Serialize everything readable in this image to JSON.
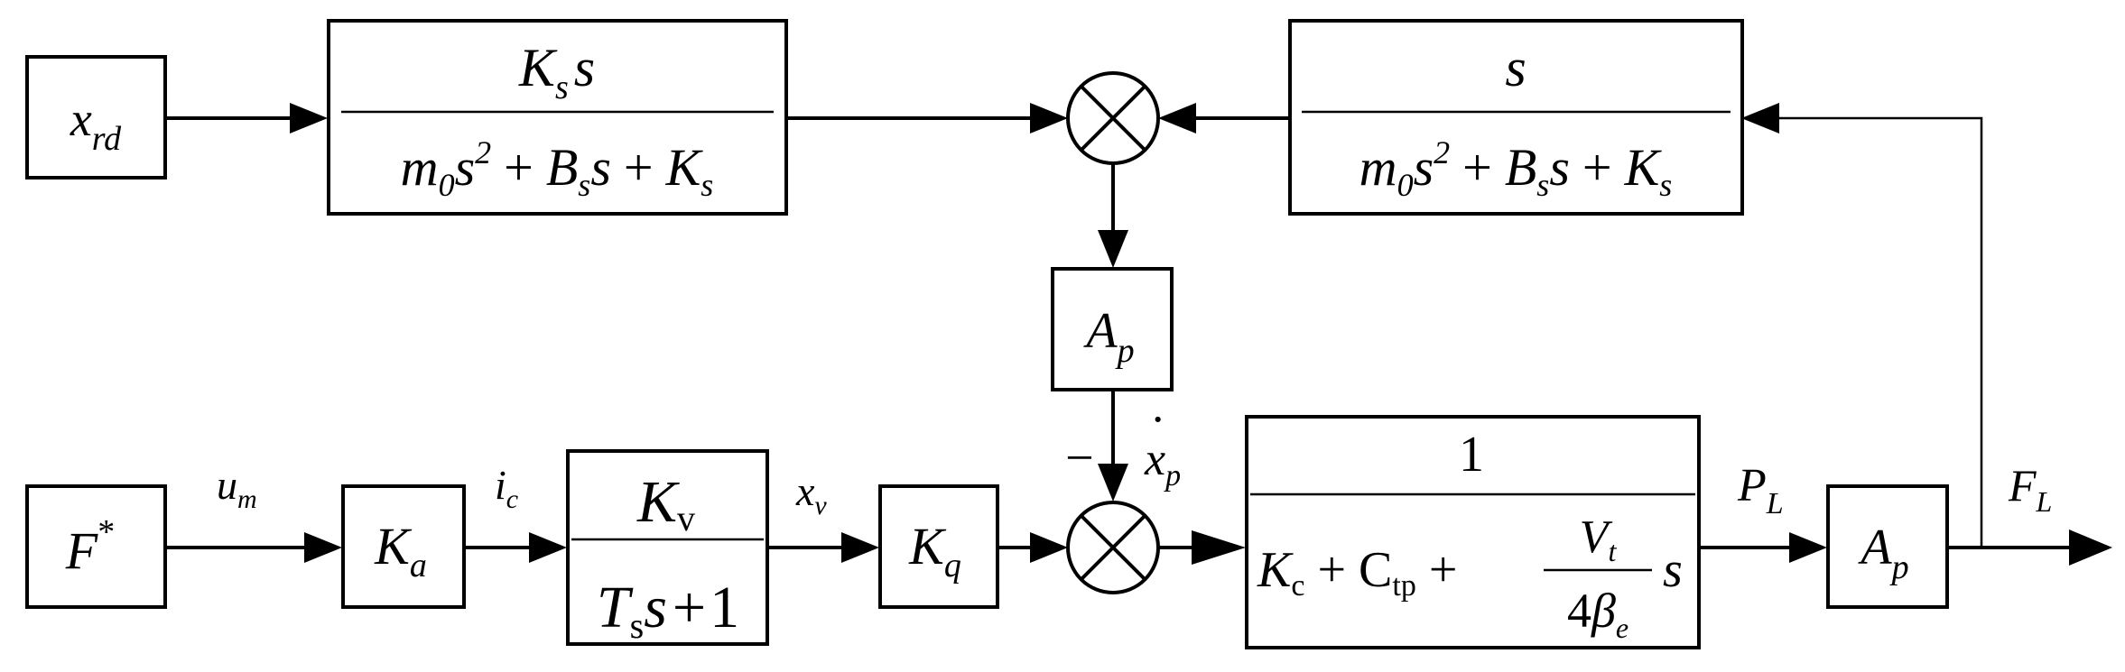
{
  "diagram": {
    "blocks": {
      "xrd": {
        "main": "x",
        "sub": "rd"
      },
      "upper_left_tf": {
        "num": {
          "a": "K",
          "a_sub": "s",
          "b": "s"
        },
        "den": {
          "t1": "m",
          "t1_sub": "0",
          "t2": "s",
          "t2_sup": "2",
          "plus1": "+",
          "t3": "B",
          "t3_sub": "s",
          "t4": "s",
          "plus2": "+",
          "t5": "K",
          "t5_sub": "s"
        }
      },
      "upper_right_tf": {
        "num": {
          "a": "s"
        },
        "den": {
          "t1": "m",
          "t1_sub": "0",
          "t2": "s",
          "t2_sup": "2",
          "plus1": "+",
          "t3": "B",
          "t3_sub": "s",
          "t4": "s",
          "plus2": "+",
          "t5": "K",
          "t5_sub": "s"
        }
      },
      "ap_mid": {
        "main": "A",
        "sub": "p"
      },
      "fstar": {
        "main": "F",
        "sup": "*"
      },
      "ka": {
        "main": "K",
        "sub": "a"
      },
      "valve_tf": {
        "num": {
          "main": "K",
          "sub": "v"
        },
        "den": {
          "t1": "T",
          "t1_sub": "s",
          "t2": "s",
          "plus": "+",
          "one": "1"
        }
      },
      "kq": {
        "main": "K",
        "sub": "q"
      },
      "load_tf": {
        "num": "1",
        "den": {
          "k": "K",
          "k_sub": "c",
          "plus1": "+",
          "c": "C",
          "c_sub": "tp",
          "plus2": "+",
          "frac_num": "V",
          "frac_num_sub": "t",
          "frac_den": "4",
          "beta": "β",
          "beta_sub": "e",
          "s": "s"
        }
      },
      "ap_out": {
        "main": "A",
        "sub": "p"
      }
    },
    "signals": {
      "um": {
        "main": "u",
        "sub": "m"
      },
      "ic": {
        "main": "i",
        "sub": "c"
      },
      "xv": {
        "main": "x",
        "sub": "v"
      },
      "xp_dot": {
        "main": "x",
        "sub": "p",
        "dot": "·"
      },
      "minus": "−",
      "PL": {
        "main": "P",
        "sub": "L"
      },
      "FL": {
        "main": "F",
        "sub": "L"
      }
    }
  }
}
